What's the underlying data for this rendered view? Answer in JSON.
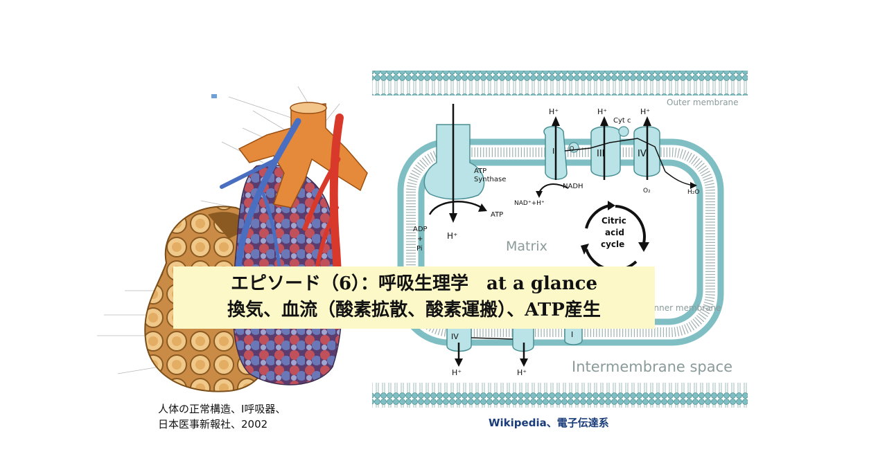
{
  "banner": {
    "line1": "エピソード（6）：呼吸生理学　at a glance",
    "line2": "換気、血流（酸素拡散、酸素運搬）、ATP産生"
  },
  "captions": {
    "left_line1": "人体の正常構造、Ⅰ呼吸器、",
    "left_line2": "日本医事新報社、2002",
    "right": "Wikipedia、電子伝達系"
  },
  "mito": {
    "outer_membrane": "Outer membrane",
    "inner_membrane": "Inner membrane",
    "intermembrane_space": "Intermembrane space",
    "matrix": "Matrix",
    "atp_synthase_1": "ATP",
    "atp_synthase_2": "Synthase",
    "adp": "ADP",
    "plus": "+",
    "pi": "Pi",
    "atp": "ATP",
    "nadh": "NADH",
    "nad": "NAD⁺+H⁺",
    "cytc": "Cyt c",
    "complex1": "I",
    "complex3": "III",
    "complex4": "IV",
    "o2": "O₂",
    "h2o": "H₂O",
    "citric_1": "Citric",
    "citric_2": "acid",
    "citric_3": "cycle",
    "hplus": "H⁺",
    "q": "Q"
  },
  "colors": {
    "banner_bg": "#fdf8c8",
    "membrane_head": "#7fbfc4",
    "protein": "#b9e3e6",
    "caption_link": "#1a3c7a",
    "artery_red": "#d9392b",
    "vein_blue": "#4a6fc0",
    "alveoli_tan": "#d8a25a"
  }
}
